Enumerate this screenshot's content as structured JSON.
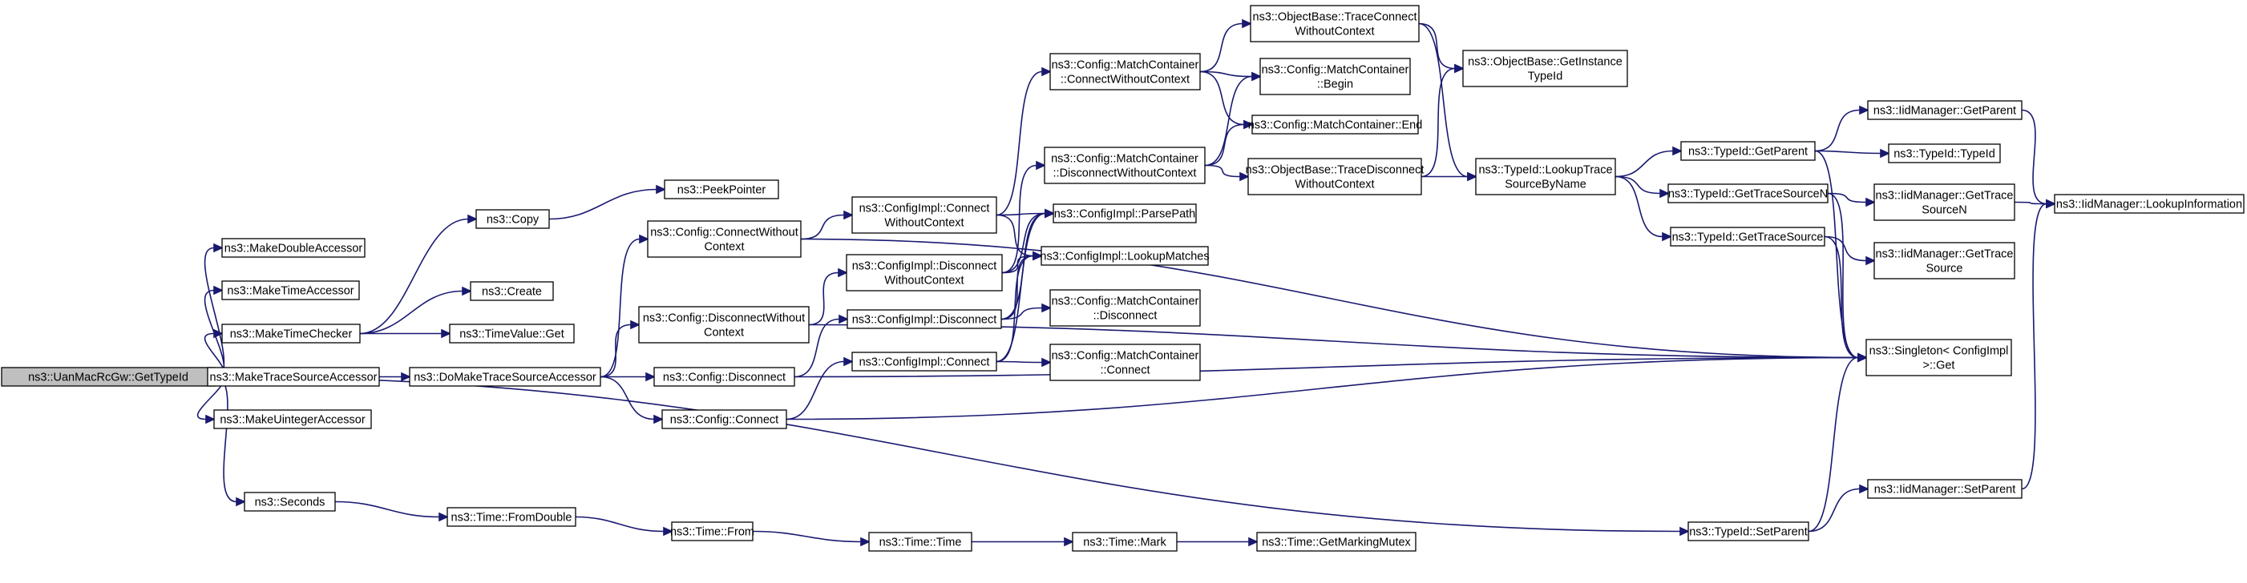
{
  "nodes": [
    {
      "id": "root",
      "lines": [
        "ns3::UanMacRcGw::GetTypeId"
      ]
    },
    {
      "id": "mkDouble",
      "lines": [
        "ns3::MakeDoubleAccessor"
      ]
    },
    {
      "id": "mkTimeAcc",
      "lines": [
        "ns3::MakeTimeAccessor"
      ]
    },
    {
      "id": "mkTimeChk",
      "lines": [
        "ns3::MakeTimeChecker"
      ]
    },
    {
      "id": "mkTraceSrc",
      "lines": [
        "ns3::MakeTraceSourceAccessor"
      ]
    },
    {
      "id": "mkUint",
      "lines": [
        "ns3::MakeUintegerAccessor"
      ]
    },
    {
      "id": "seconds",
      "lines": [
        "ns3::Seconds"
      ]
    },
    {
      "id": "copy",
      "lines": [
        "ns3::Copy"
      ]
    },
    {
      "id": "create",
      "lines": [
        "ns3::Create"
      ]
    },
    {
      "id": "timeValueGet",
      "lines": [
        "ns3::TimeValue::Get"
      ]
    },
    {
      "id": "peekPointer",
      "lines": [
        "ns3::PeekPointer"
      ]
    },
    {
      "id": "doMakeTrace",
      "lines": [
        "ns3::DoMakeTraceSourceAccessor"
      ]
    },
    {
      "id": "cfgConnectWOC",
      "lines": [
        "ns3::Config::ConnectWithout",
        "Context"
      ]
    },
    {
      "id": "cfgDisconnectWOC",
      "lines": [
        "ns3::Config::DisconnectWithout",
        "Context"
      ]
    },
    {
      "id": "cfgDisconnect",
      "lines": [
        "ns3::Config::Disconnect"
      ]
    },
    {
      "id": "cfgConnect",
      "lines": [
        "ns3::Config::Connect"
      ]
    },
    {
      "id": "ciConnectWOC",
      "lines": [
        "ns3::ConfigImpl::Connect",
        "WithoutContext"
      ]
    },
    {
      "id": "ciDisconnectWOC",
      "lines": [
        "ns3::ConfigImpl::Disconnect",
        "WithoutContext"
      ]
    },
    {
      "id": "ciDisconnect",
      "lines": [
        "ns3::ConfigImpl::Disconnect"
      ]
    },
    {
      "id": "ciConnect",
      "lines": [
        "ns3::ConfigImpl::Connect"
      ]
    },
    {
      "id": "mcConnectWOC",
      "lines": [
        "ns3::Config::MatchContainer",
        "::ConnectWithoutContext"
      ]
    },
    {
      "id": "mcDisconnectWOC",
      "lines": [
        "ns3::Config::MatchContainer",
        "::DisconnectWithoutContext"
      ]
    },
    {
      "id": "ciParsePath",
      "lines": [
        "ns3::ConfigImpl::ParsePath"
      ]
    },
    {
      "id": "ciLookupMatches",
      "lines": [
        "ns3::ConfigImpl::LookupMatches"
      ]
    },
    {
      "id": "mcDisconnect",
      "lines": [
        "ns3::Config::MatchContainer",
        "::Disconnect"
      ]
    },
    {
      "id": "mcConnect",
      "lines": [
        "ns3::Config::MatchContainer",
        "::Connect"
      ]
    },
    {
      "id": "obTraceConnectWOC",
      "lines": [
        "ns3::ObjectBase::TraceConnect",
        "WithoutContext"
      ]
    },
    {
      "id": "mcBegin",
      "lines": [
        "ns3::Config::MatchContainer",
        "::Begin"
      ]
    },
    {
      "id": "mcEnd",
      "lines": [
        "ns3::Config::MatchContainer::End"
      ]
    },
    {
      "id": "obTraceDisconnectWOC",
      "lines": [
        "ns3::ObjectBase::TraceDisconnect",
        "WithoutContext"
      ]
    },
    {
      "id": "obGetInstanceTypeId",
      "lines": [
        "ns3::ObjectBase::GetInstance",
        "TypeId"
      ]
    },
    {
      "id": "tidLookupTrace",
      "lines": [
        "ns3::TypeId::LookupTrace",
        "SourceByName"
      ]
    },
    {
      "id": "tidGetParent",
      "lines": [
        "ns3::TypeId::GetParent"
      ]
    },
    {
      "id": "tidGetTraceSourceN",
      "lines": [
        "ns3::TypeId::GetTraceSourceN"
      ]
    },
    {
      "id": "tidGetTraceSource",
      "lines": [
        "ns3::TypeId::GetTraceSource"
      ]
    },
    {
      "id": "iidGetParent",
      "lines": [
        "ns3::IidManager::GetParent"
      ]
    },
    {
      "id": "tidTypeId",
      "lines": [
        "ns3::TypeId::TypeId"
      ]
    },
    {
      "id": "iidGetTraceSourceN",
      "lines": [
        "ns3::IidManager::GetTrace",
        "SourceN"
      ]
    },
    {
      "id": "iidGetTraceSource",
      "lines": [
        "ns3::IidManager::GetTrace",
        "Source"
      ]
    },
    {
      "id": "iidLookupInfo",
      "lines": [
        "ns3::IidManager::LookupInformation"
      ]
    },
    {
      "id": "singletonGet",
      "lines": [
        "ns3::Singleton< ConfigImpl",
        " >::Get"
      ]
    },
    {
      "id": "iidSetParent",
      "lines": [
        "ns3::IidManager::SetParent"
      ]
    },
    {
      "id": "tidSetParent",
      "lines": [
        "ns3::TypeId::SetParent"
      ]
    },
    {
      "id": "timeFromDouble",
      "lines": [
        "ns3::Time::FromDouble"
      ]
    },
    {
      "id": "timeFrom",
      "lines": [
        "ns3::Time::From"
      ]
    },
    {
      "id": "timeTime",
      "lines": [
        "ns3::Time::Time"
      ]
    },
    {
      "id": "timeMark",
      "lines": [
        "ns3::Time::Mark"
      ]
    },
    {
      "id": "timeGetMarkingMutex",
      "lines": [
        "ns3::Time::GetMarkingMutex"
      ]
    }
  ],
  "edges": [
    [
      "root",
      "mkDouble"
    ],
    [
      "root",
      "mkTimeAcc"
    ],
    [
      "root",
      "mkTimeChk"
    ],
    [
      "root",
      "mkTraceSrc"
    ],
    [
      "root",
      "mkUint"
    ],
    [
      "root",
      "seconds"
    ],
    [
      "root",
      "tidSetParent"
    ],
    [
      "mkTimeChk",
      "copy"
    ],
    [
      "mkTimeChk",
      "create"
    ],
    [
      "mkTimeChk",
      "timeValueGet"
    ],
    [
      "copy",
      "peekPointer"
    ],
    [
      "mkTraceSrc",
      "doMakeTrace"
    ],
    [
      "doMakeTrace",
      "cfgConnectWOC"
    ],
    [
      "doMakeTrace",
      "cfgDisconnectWOC"
    ],
    [
      "doMakeTrace",
      "cfgDisconnect"
    ],
    [
      "doMakeTrace",
      "cfgConnect"
    ],
    [
      "cfgConnectWOC",
      "ciConnectWOC"
    ],
    [
      "cfgConnectWOC",
      "singletonGet"
    ],
    [
      "cfgDisconnectWOC",
      "ciDisconnectWOC"
    ],
    [
      "cfgDisconnectWOC",
      "singletonGet"
    ],
    [
      "cfgDisconnect",
      "ciDisconnect"
    ],
    [
      "cfgDisconnect",
      "singletonGet"
    ],
    [
      "cfgConnect",
      "ciConnect"
    ],
    [
      "cfgConnect",
      "singletonGet"
    ],
    [
      "ciConnectWOC",
      "mcConnectWOC"
    ],
    [
      "ciConnectWOC",
      "ciParsePath"
    ],
    [
      "ciConnectWOC",
      "ciLookupMatches"
    ],
    [
      "ciDisconnectWOC",
      "mcDisconnectWOC"
    ],
    [
      "ciDisconnectWOC",
      "ciParsePath"
    ],
    [
      "ciDisconnectWOC",
      "ciLookupMatches"
    ],
    [
      "ciDisconnect",
      "ciParsePath"
    ],
    [
      "ciDisconnect",
      "ciLookupMatches"
    ],
    [
      "ciDisconnect",
      "mcDisconnect"
    ],
    [
      "ciConnect",
      "ciParsePath"
    ],
    [
      "ciConnect",
      "ciLookupMatches"
    ],
    [
      "ciConnect",
      "mcConnect"
    ],
    [
      "mcConnectWOC",
      "obTraceConnectWOC"
    ],
    [
      "mcConnectWOC",
      "mcBegin"
    ],
    [
      "mcConnectWOC",
      "mcEnd"
    ],
    [
      "mcDisconnectWOC",
      "mcBegin"
    ],
    [
      "mcDisconnectWOC",
      "mcEnd"
    ],
    [
      "mcDisconnectWOC",
      "obTraceDisconnectWOC"
    ],
    [
      "obTraceConnectWOC",
      "obGetInstanceTypeId"
    ],
    [
      "obTraceConnectWOC",
      "tidLookupTrace"
    ],
    [
      "obTraceDisconnectWOC",
      "obGetInstanceTypeId"
    ],
    [
      "obTraceDisconnectWOC",
      "tidLookupTrace"
    ],
    [
      "tidLookupTrace",
      "tidGetParent"
    ],
    [
      "tidLookupTrace",
      "tidGetTraceSourceN"
    ],
    [
      "tidLookupTrace",
      "tidGetTraceSource"
    ],
    [
      "tidGetParent",
      "iidGetParent"
    ],
    [
      "tidGetParent",
      "tidTypeId"
    ],
    [
      "tidGetParent",
      "singletonGet"
    ],
    [
      "tidGetTraceSourceN",
      "iidGetTraceSourceN"
    ],
    [
      "tidGetTraceSourceN",
      "singletonGet"
    ],
    [
      "tidGetTraceSource",
      "iidGetTraceSource"
    ],
    [
      "tidGetTraceSource",
      "singletonGet"
    ],
    [
      "iidGetParent",
      "iidLookupInfo"
    ],
    [
      "iidGetTraceSourceN",
      "iidLookupInfo"
    ],
    [
      "tidSetParent",
      "iidSetParent"
    ],
    [
      "tidSetParent",
      "singletonGet"
    ],
    [
      "iidSetParent",
      "iidLookupInfo"
    ],
    [
      "seconds",
      "timeFromDouble"
    ],
    [
      "timeFromDouble",
      "timeFrom"
    ],
    [
      "timeFrom",
      "timeTime"
    ],
    [
      "timeTime",
      "timeMark"
    ],
    [
      "timeMark",
      "timeGetMarkingMutex"
    ]
  ]
}
